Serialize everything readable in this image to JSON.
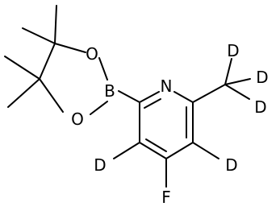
{
  "molecule": {
    "atoms": {
      "n1": "N",
      "b1": "B",
      "o_top": "O",
      "o_bottom": "O",
      "f1": "F",
      "d_ring_left": "D",
      "d_ring_right": "D",
      "d_methyl_top": "D",
      "d_methyl_right": "D",
      "d_methyl_bottom": "D"
    }
  }
}
